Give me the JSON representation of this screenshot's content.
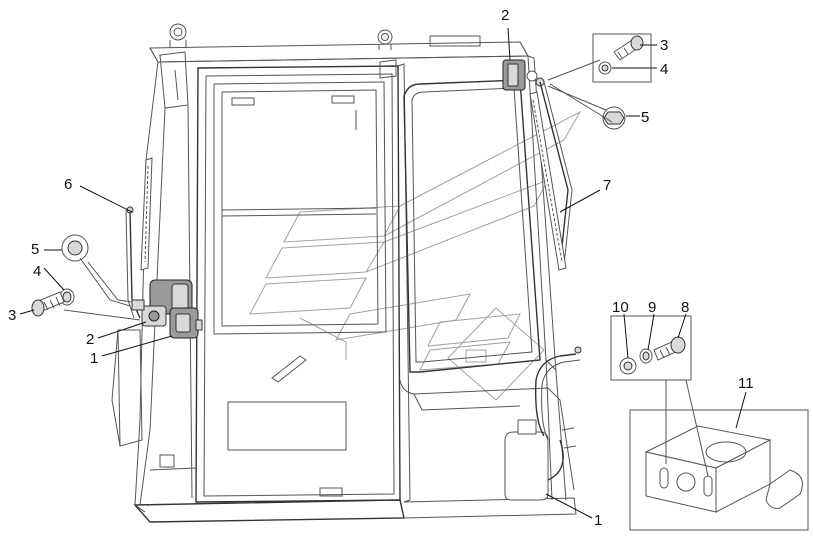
{
  "diagram": {
    "callouts": [
      {
        "id": "c1",
        "label": "1"
      },
      {
        "id": "c2",
        "label": "2"
      },
      {
        "id": "c3",
        "label": "3"
      },
      {
        "id": "c4",
        "label": "4"
      },
      {
        "id": "c5",
        "label": "5"
      },
      {
        "id": "c6",
        "label": "6"
      },
      {
        "id": "c7",
        "label": "7"
      },
      {
        "id": "c8",
        "label": "8"
      },
      {
        "id": "c9",
        "label": "9"
      },
      {
        "id": "c10",
        "label": "10"
      },
      {
        "id": "c11",
        "label": "11"
      },
      {
        "id": "c12",
        "label": "1"
      },
      {
        "id": "c13",
        "label": "2"
      },
      {
        "id": "c14",
        "label": "3"
      },
      {
        "id": "c15",
        "label": "4"
      },
      {
        "id": "c16",
        "label": "5"
      }
    ]
  }
}
